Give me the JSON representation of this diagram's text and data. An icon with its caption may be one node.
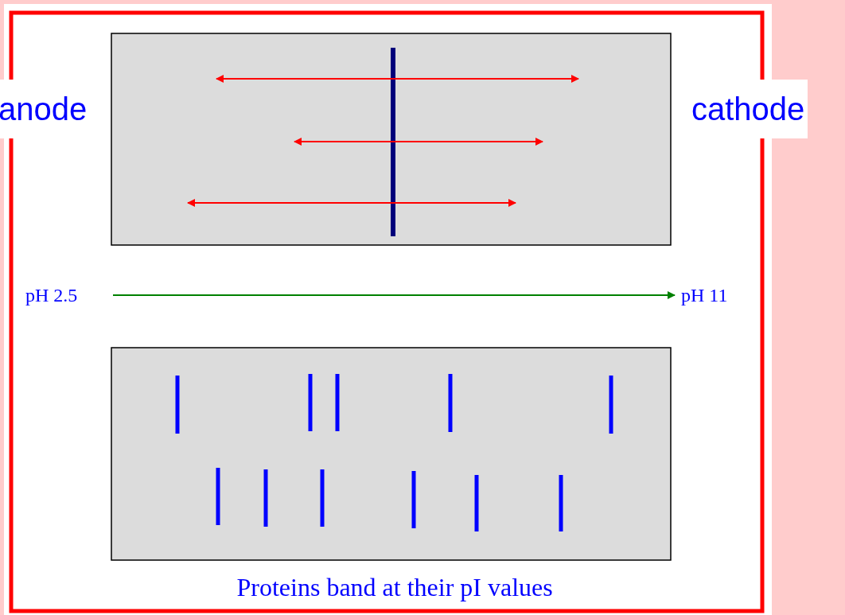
{
  "diagram": {
    "caption": "Proteins band at their pI values",
    "labels": [
      "anode",
      "cathode",
      "pH 2.5",
      "pH 11"
    ]
  }
}
